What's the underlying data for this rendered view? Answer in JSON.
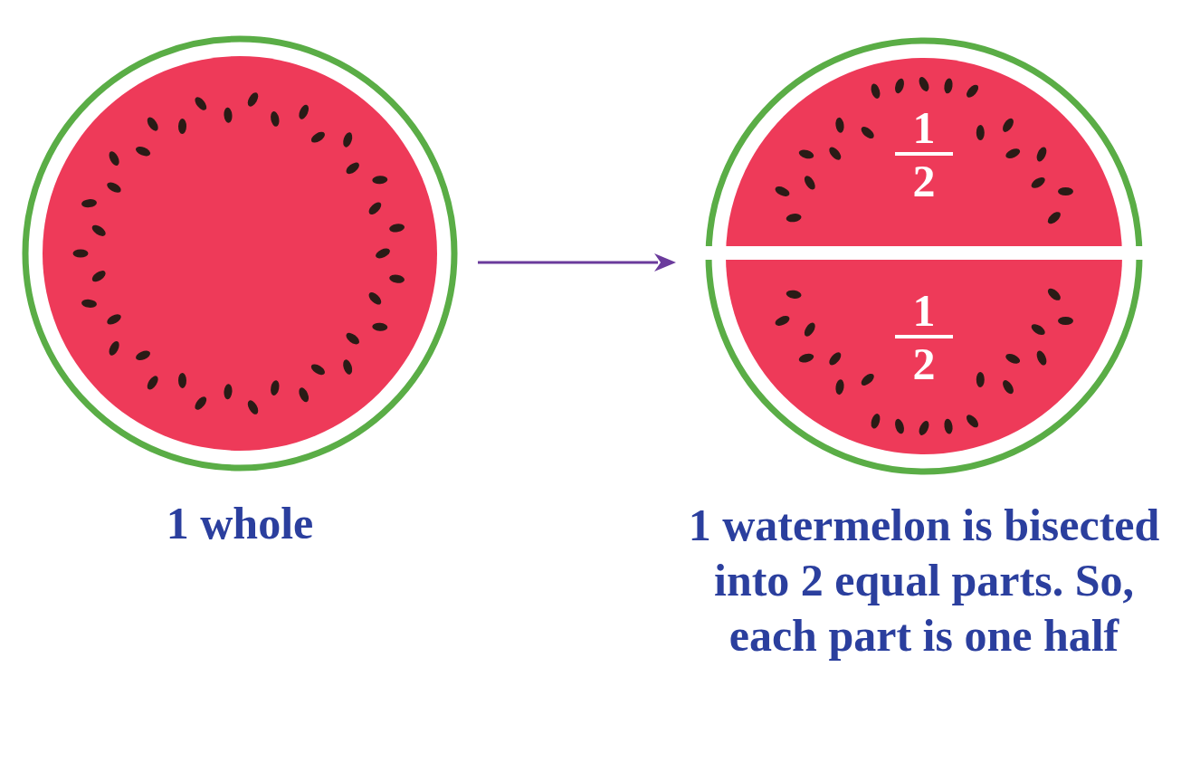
{
  "diagram": {
    "nodes": [
      {
        "text": [
          "1 whole"
        ]
      },
      {
        "text": [
          "1 watermelon is bisected into 2 equal parts. So, each part is one half"
        ]
      },
      {
        "text": [
          "1",
          "2"
        ],
        "in": 1
      },
      {
        "text": [
          "1",
          "2"
        ],
        "in": 1
      }
    ],
    "edges": [
      {
        "from": 0,
        "to": 1,
        "arrow": "to"
      }
    ]
  }
}
